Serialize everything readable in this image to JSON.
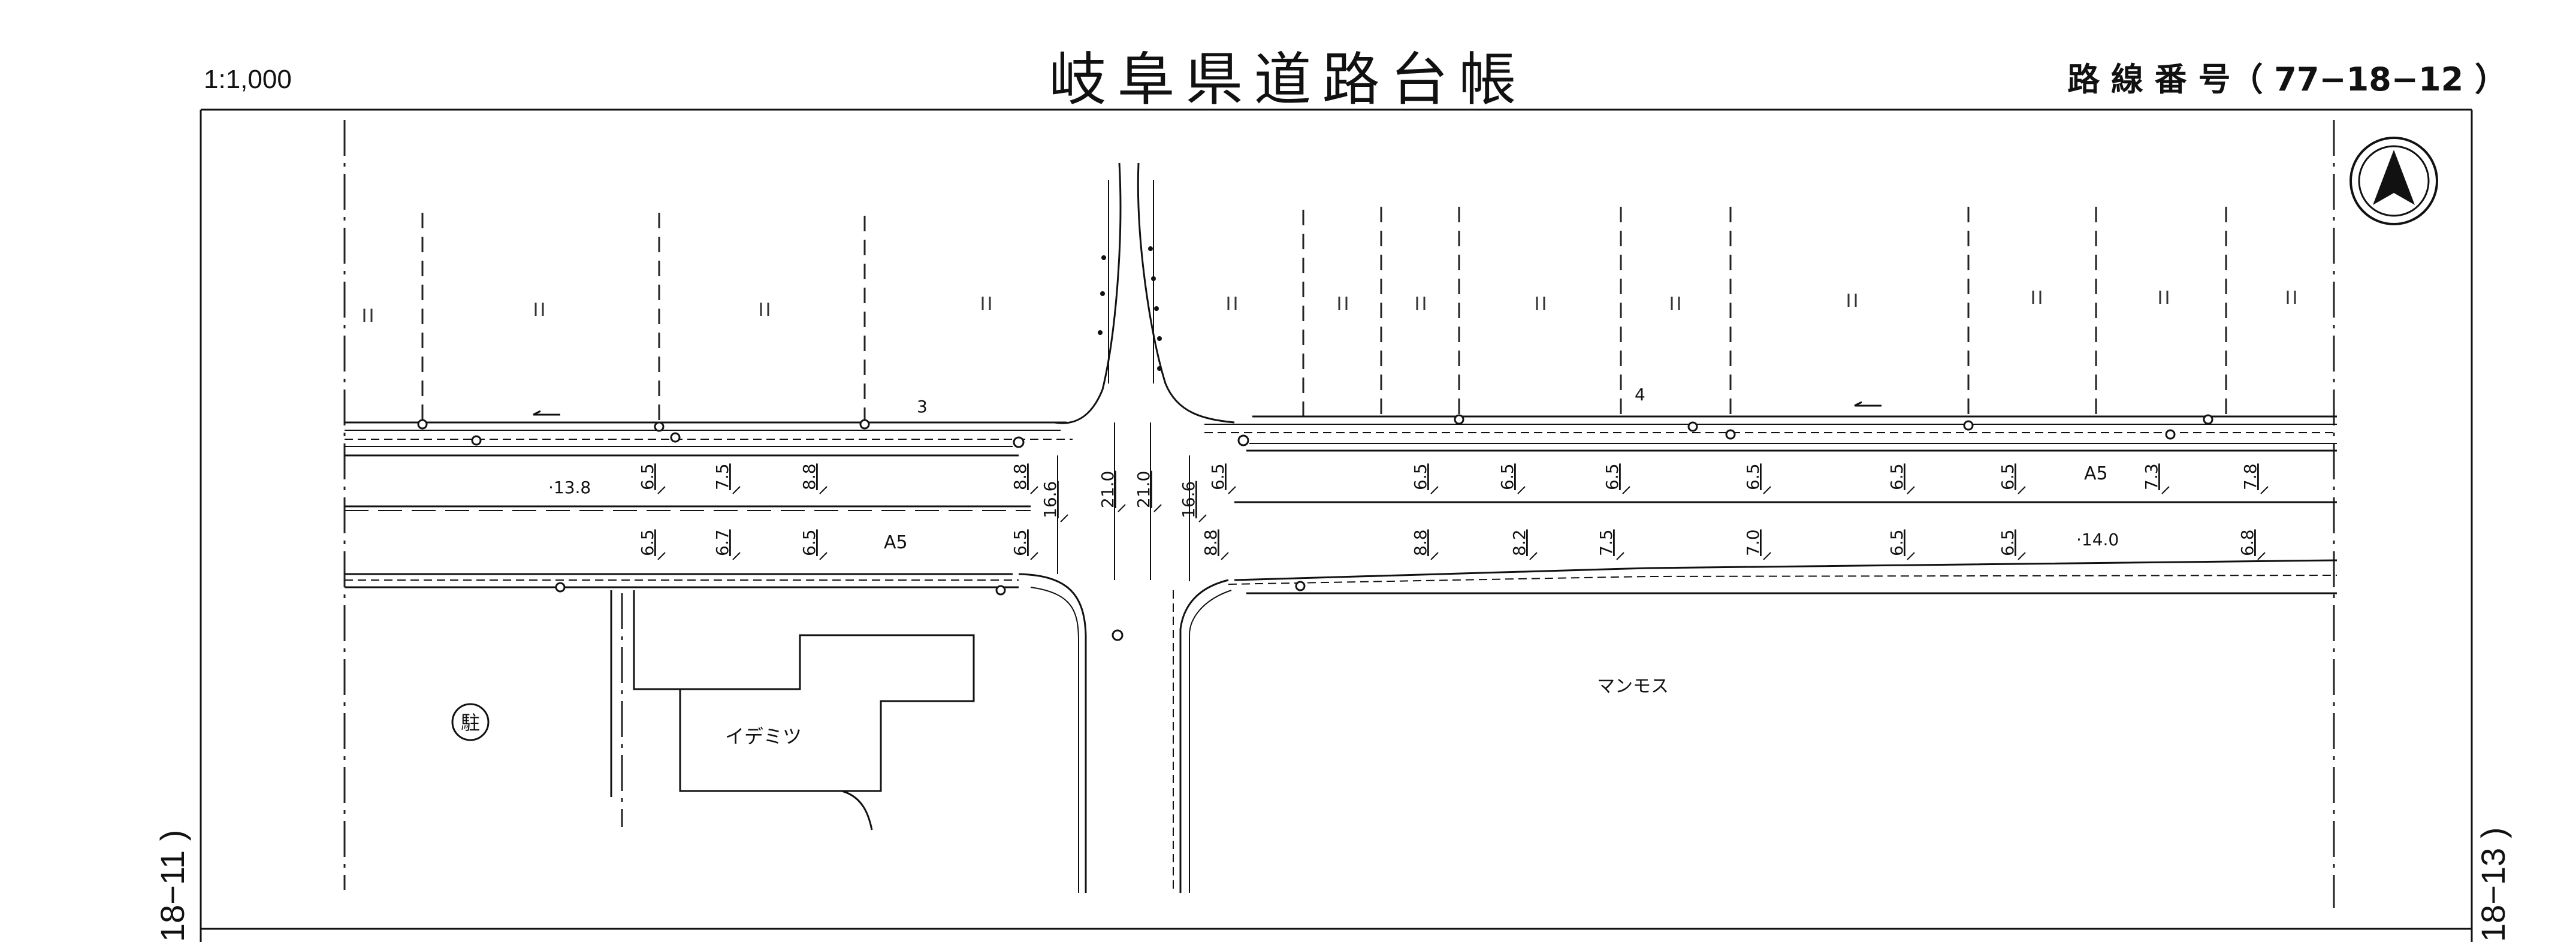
{
  "header": {
    "scale": "1:1,000",
    "title": "岐阜県道路台帳",
    "route": "路 線 番 号（ 77−18−12 ）"
  },
  "side_labels": {
    "left": "18−11 )",
    "right": "18−13 )"
  },
  "map": {
    "lot_marks": [
      "3",
      "4"
    ],
    "road_rank_west": "A5",
    "road_rank_east": "A5",
    "total_width_west": "·13.8",
    "total_width_east": "·14.0",
    "north_widths": [
      "6.5",
      "7.5",
      "8.8",
      "8.8",
      "6.5",
      "6.5",
      "6.5",
      "6.5",
      "6.5",
      "6.5",
      "6.5",
      "7.3",
      "7.8"
    ],
    "south_widths": [
      "6.5",
      "6.7",
      "6.5",
      "6.5",
      "8.8",
      "8.8",
      "8.2",
      "7.5",
      "7.0",
      "6.5",
      "6.5",
      "6.8"
    ],
    "crossroad_widths": [
      "16.6",
      "21.0",
      "21.0",
      "16.6"
    ],
    "buildings": {
      "gas_station": "イデミツ",
      "store": "マンモス",
      "parking": "駐"
    }
  }
}
